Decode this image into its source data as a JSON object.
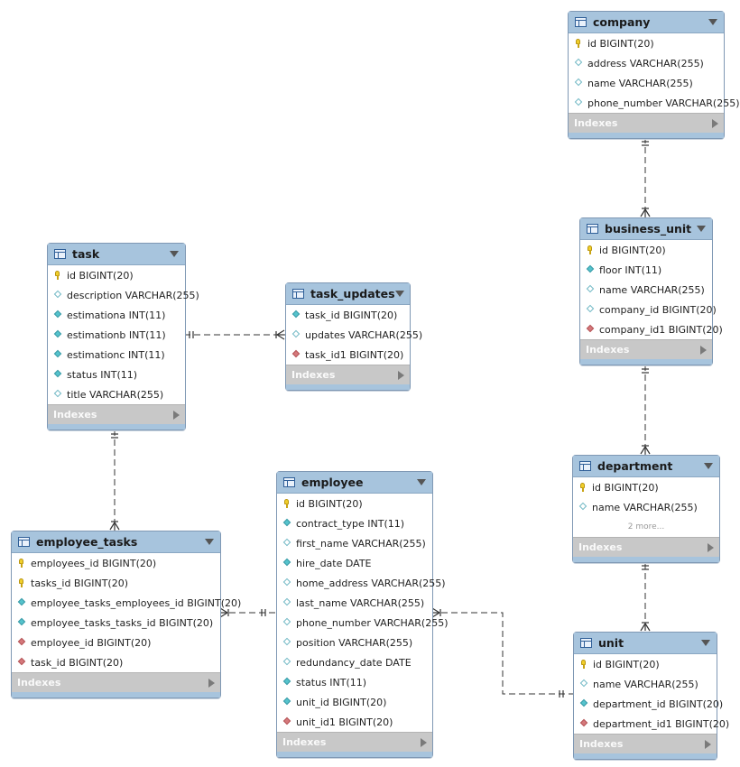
{
  "tables": {
    "company": {
      "title": "company",
      "columns": [
        {
          "text": "id BIGINT(20)",
          "icon": "primary-key-icon"
        },
        {
          "text": "address VARCHAR(255)",
          "icon": "column-diamond-icon"
        },
        {
          "text": "name VARCHAR(255)",
          "icon": "column-diamond-icon"
        },
        {
          "text": "phone_number VARCHAR(255)",
          "icon": "column-diamond-icon"
        }
      ],
      "indexes_label": "Indexes"
    },
    "business_unit": {
      "title": "business_unit",
      "columns": [
        {
          "text": "id BIGINT(20)",
          "icon": "primary-key-icon"
        },
        {
          "text": "floor INT(11)",
          "icon": "not-null-diamond-icon"
        },
        {
          "text": "name VARCHAR(255)",
          "icon": "column-diamond-icon"
        },
        {
          "text": "company_id BIGINT(20)",
          "icon": "column-diamond-icon"
        },
        {
          "text": "company_id1 BIGINT(20)",
          "icon": "foreign-key-diamond-icon"
        }
      ],
      "indexes_label": "Indexes"
    },
    "task": {
      "title": "task",
      "columns": [
        {
          "text": "id BIGINT(20)",
          "icon": "primary-key-icon"
        },
        {
          "text": "description VARCHAR(255)",
          "icon": "column-diamond-icon"
        },
        {
          "text": "estimationa INT(11)",
          "icon": "not-null-diamond-icon"
        },
        {
          "text": "estimationb INT(11)",
          "icon": "not-null-diamond-icon"
        },
        {
          "text": "estimationc INT(11)",
          "icon": "not-null-diamond-icon"
        },
        {
          "text": "status INT(11)",
          "icon": "not-null-diamond-icon"
        },
        {
          "text": "title VARCHAR(255)",
          "icon": "column-diamond-icon"
        }
      ],
      "indexes_label": "Indexes"
    },
    "task_updates": {
      "title": "task_updates",
      "columns": [
        {
          "text": "task_id BIGINT(20)",
          "icon": "not-null-diamond-icon"
        },
        {
          "text": "updates VARCHAR(255)",
          "icon": "column-diamond-icon"
        },
        {
          "text": "task_id1 BIGINT(20)",
          "icon": "foreign-key-diamond-icon"
        }
      ],
      "indexes_label": "Indexes"
    },
    "department": {
      "title": "department",
      "columns": [
        {
          "text": "id BIGINT(20)",
          "icon": "primary-key-icon"
        },
        {
          "text": "name VARCHAR(255)",
          "icon": "column-diamond-icon"
        }
      ],
      "more_label": "2 more...",
      "indexes_label": "Indexes"
    },
    "employee": {
      "title": "employee",
      "columns": [
        {
          "text": "id BIGINT(20)",
          "icon": "primary-key-icon"
        },
        {
          "text": "contract_type INT(11)",
          "icon": "not-null-diamond-icon"
        },
        {
          "text": "first_name VARCHAR(255)",
          "icon": "column-diamond-icon"
        },
        {
          "text": "hire_date DATE",
          "icon": "not-null-diamond-icon"
        },
        {
          "text": "home_address VARCHAR(255)",
          "icon": "column-diamond-icon"
        },
        {
          "text": "last_name VARCHAR(255)",
          "icon": "column-diamond-icon"
        },
        {
          "text": "phone_number VARCHAR(255)",
          "icon": "column-diamond-icon"
        },
        {
          "text": "position VARCHAR(255)",
          "icon": "column-diamond-icon"
        },
        {
          "text": "redundancy_date DATE",
          "icon": "column-diamond-icon"
        },
        {
          "text": "status INT(11)",
          "icon": "not-null-diamond-icon"
        },
        {
          "text": "unit_id BIGINT(20)",
          "icon": "not-null-diamond-icon"
        },
        {
          "text": "unit_id1 BIGINT(20)",
          "icon": "foreign-key-diamond-icon"
        }
      ],
      "indexes_label": "Indexes"
    },
    "employee_tasks": {
      "title": "employee_tasks",
      "columns": [
        {
          "text": "employees_id BIGINT(20)",
          "icon": "primary-key-icon"
        },
        {
          "text": "tasks_id BIGINT(20)",
          "icon": "primary-key-icon"
        },
        {
          "text": "employee_tasks_employees_id BIGINT(20)",
          "icon": "not-null-diamond-icon"
        },
        {
          "text": "employee_tasks_tasks_id BIGINT(20)",
          "icon": "not-null-diamond-icon"
        },
        {
          "text": "employee_id BIGINT(20)",
          "icon": "foreign-key-diamond-icon"
        },
        {
          "text": "task_id BIGINT(20)",
          "icon": "foreign-key-diamond-icon"
        }
      ],
      "indexes_label": "Indexes"
    },
    "unit": {
      "title": "unit",
      "columns": [
        {
          "text": "id BIGINT(20)",
          "icon": "primary-key-icon"
        },
        {
          "text": "name VARCHAR(255)",
          "icon": "column-diamond-icon"
        },
        {
          "text": "department_id BIGINT(20)",
          "icon": "not-null-diamond-icon"
        },
        {
          "text": "department_id1 BIGINT(20)",
          "icon": "foreign-key-diamond-icon"
        }
      ],
      "indexes_label": "Indexes"
    }
  },
  "relationships": [
    {
      "from": "company",
      "to": "business_unit",
      "from_end": "one-mandatory",
      "to_end": "many"
    },
    {
      "from": "business_unit",
      "to": "department",
      "from_end": "one-mandatory",
      "to_end": "many"
    },
    {
      "from": "department",
      "to": "unit",
      "from_end": "one-mandatory",
      "to_end": "many"
    },
    {
      "from": "task",
      "to": "task_updates",
      "from_end": "one-mandatory",
      "to_end": "many"
    },
    {
      "from": "task",
      "to": "employee_tasks",
      "from_end": "one-mandatory",
      "to_end": "many"
    },
    {
      "from": "employee",
      "to": "employee_tasks",
      "from_end": "one-mandatory",
      "to_end": "many"
    },
    {
      "from": "unit",
      "to": "employee",
      "from_end": "one-mandatory",
      "to_end": "many"
    }
  ],
  "colors": {
    "header": "#a7c4dd",
    "border": "#7f98b4",
    "indexes_bar": "#c8c8c8",
    "primary_key": "#f1cf2b",
    "not_null": "#55c3cc",
    "foreign_key": "#d5787b"
  }
}
